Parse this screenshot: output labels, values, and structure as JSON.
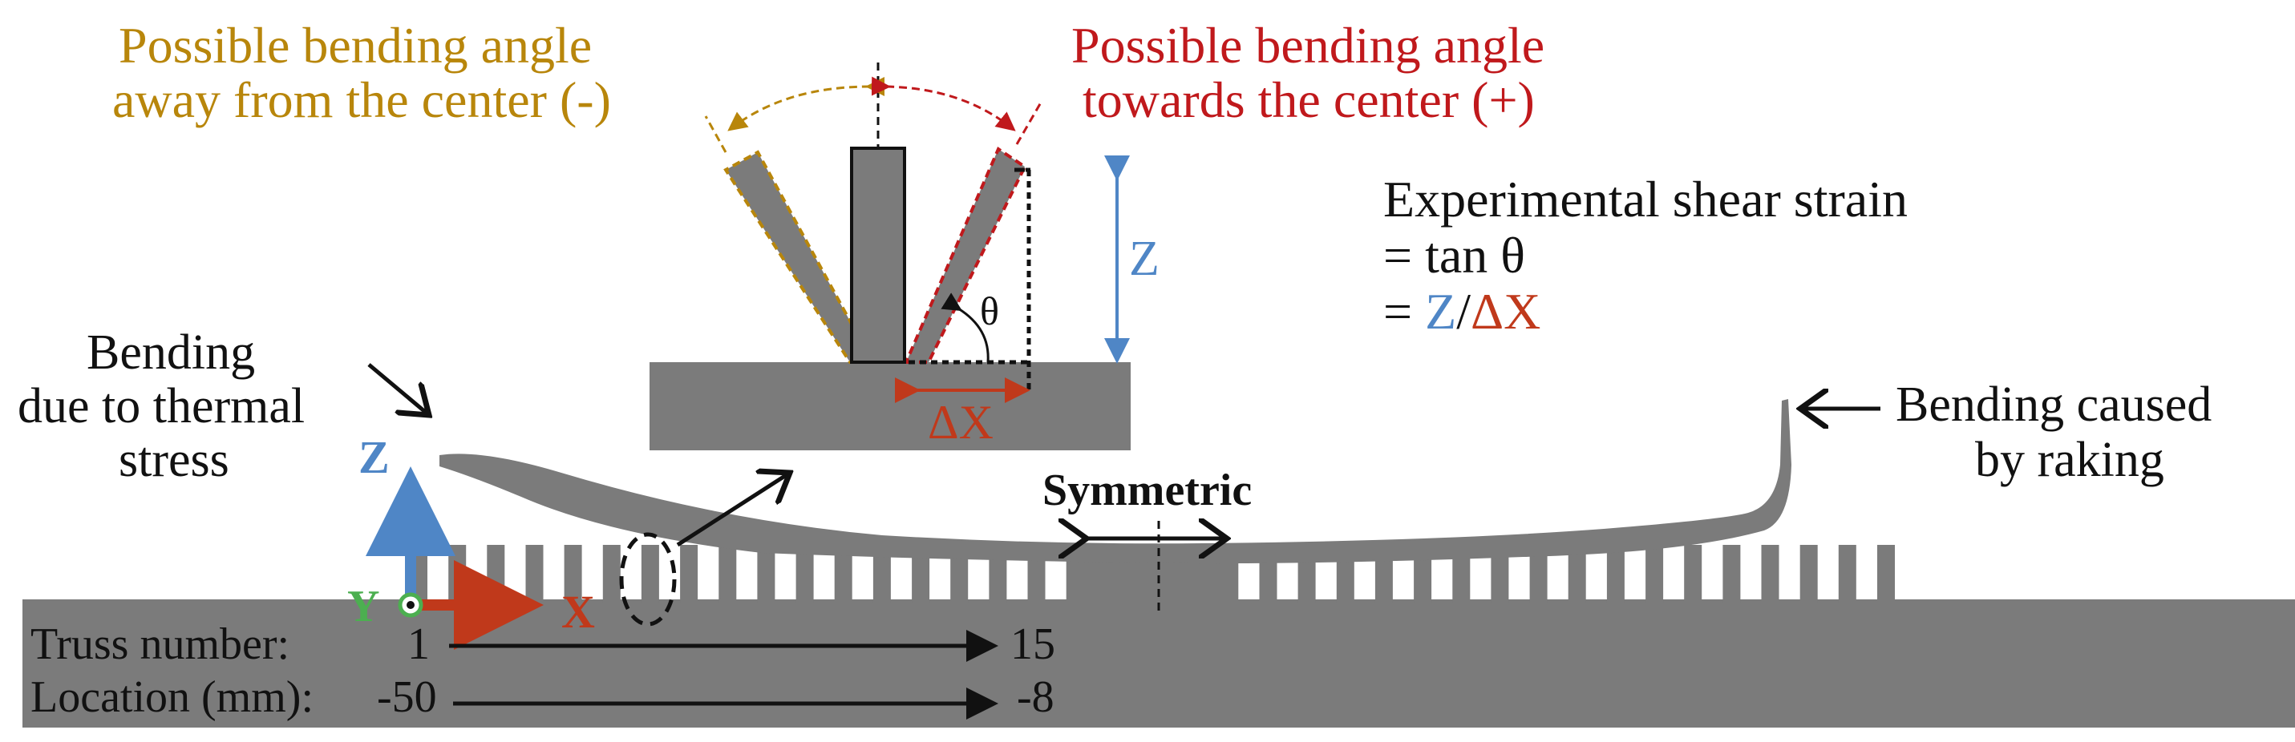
{
  "colors": {
    "gold": "#B8860B",
    "red": "#C0191C",
    "blue": "#4F86C6",
    "green": "#4CAF50",
    "xred": "#C0391B",
    "gray": "#7b7b7b",
    "dark": "#111111"
  },
  "labels": {
    "angle_away_line1": "Possible bending angle",
    "angle_away_line2": "away from the center (-)",
    "angle_towards_line1": "Possible bending angle",
    "angle_towards_line2": "towards the center (+)",
    "strain_line1": "Experimental shear strain",
    "strain_line2_prefix": "= tan ",
    "theta": "θ",
    "strain_line3_prefix": "= ",
    "strain_z": "Z",
    "strain_slash": "/",
    "strain_dx": "ΔX",
    "inset_z": "Z",
    "inset_theta": "θ",
    "inset_dx": "ΔX",
    "thermal_line1": "Bending",
    "thermal_line2": "due to thermal",
    "thermal_line3": "stress",
    "raking_line1": "Bending caused",
    "raking_line2": "by raking",
    "symmetric": "Symmetric",
    "axis_z": "Z",
    "axis_y": "Y",
    "axis_x": "X",
    "truss_label": "Truss number:",
    "truss_start": "1",
    "truss_end": "15",
    "location_label": "Location (mm):",
    "location_start": "-50",
    "location_end": "-8"
  }
}
